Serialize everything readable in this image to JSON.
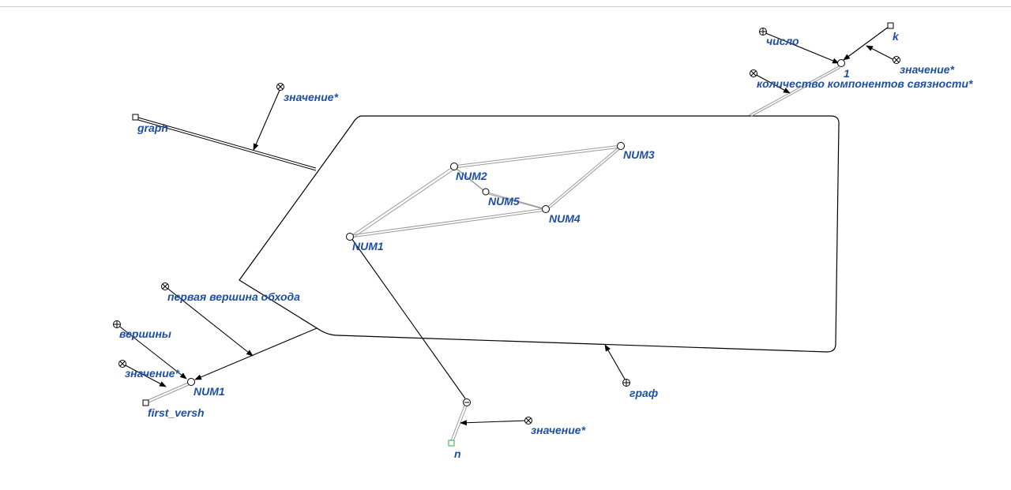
{
  "labels": {
    "graph": "graph",
    "value_top_left": "значение*",
    "chislo": "число",
    "k": "k",
    "one": "1",
    "value_top_right": "значение*",
    "components": "количество компонентов связности*",
    "num1": "NUM1",
    "num2": "NUM2",
    "num3": "NUM3",
    "num4": "NUM4",
    "num5": "NUM5",
    "first_vertex_rel": "первая вершина обхода",
    "vertices": "вершины",
    "value_left": "значение*",
    "num1_left": "NUM1",
    "first_versh": "first_versh",
    "graf": "граф",
    "value_bottom": "значение*",
    "n": "n"
  },
  "colors": {
    "label": "#1f4fa3",
    "line": "#000000",
    "green_node": "#2fa84f"
  }
}
